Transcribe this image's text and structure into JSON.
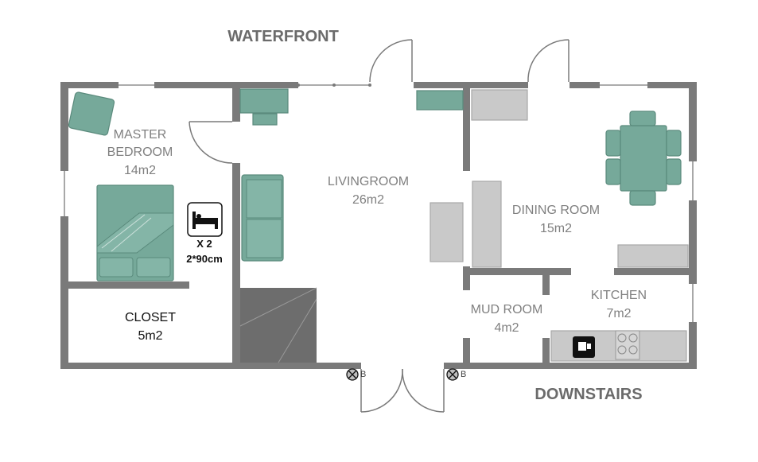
{
  "labels": {
    "waterfront": "WATERFRONT",
    "downstairs": "DOWNSTAIRS"
  },
  "rooms": {
    "master_bedroom": {
      "name_line1": "MASTER",
      "name_line2": "BEDROOM",
      "area": "14m2"
    },
    "closet": {
      "name": "CLOSET",
      "area": "5m2"
    },
    "livingroom": {
      "name": "LIVINGROOM",
      "area": "26m2"
    },
    "dining_room": {
      "name": "DINING ROOM",
      "area": "15m2"
    },
    "mud_room": {
      "name": "MUD ROOM",
      "area": "4m2"
    },
    "kitchen": {
      "name": "KITCHEN",
      "area": "7m2"
    }
  },
  "bed_info": {
    "count": "X 2",
    "size": "2*90cm"
  },
  "markers": {
    "left": "B",
    "right": "B"
  },
  "icons": [
    "bed-icon",
    "coffee-maker-icon",
    "valve-icon"
  ],
  "colors": {
    "wall": "#7a7a7a",
    "furniture_teal": "#76a99a",
    "furniture_grey": "#c9c9c9",
    "label_text": "#808080"
  }
}
